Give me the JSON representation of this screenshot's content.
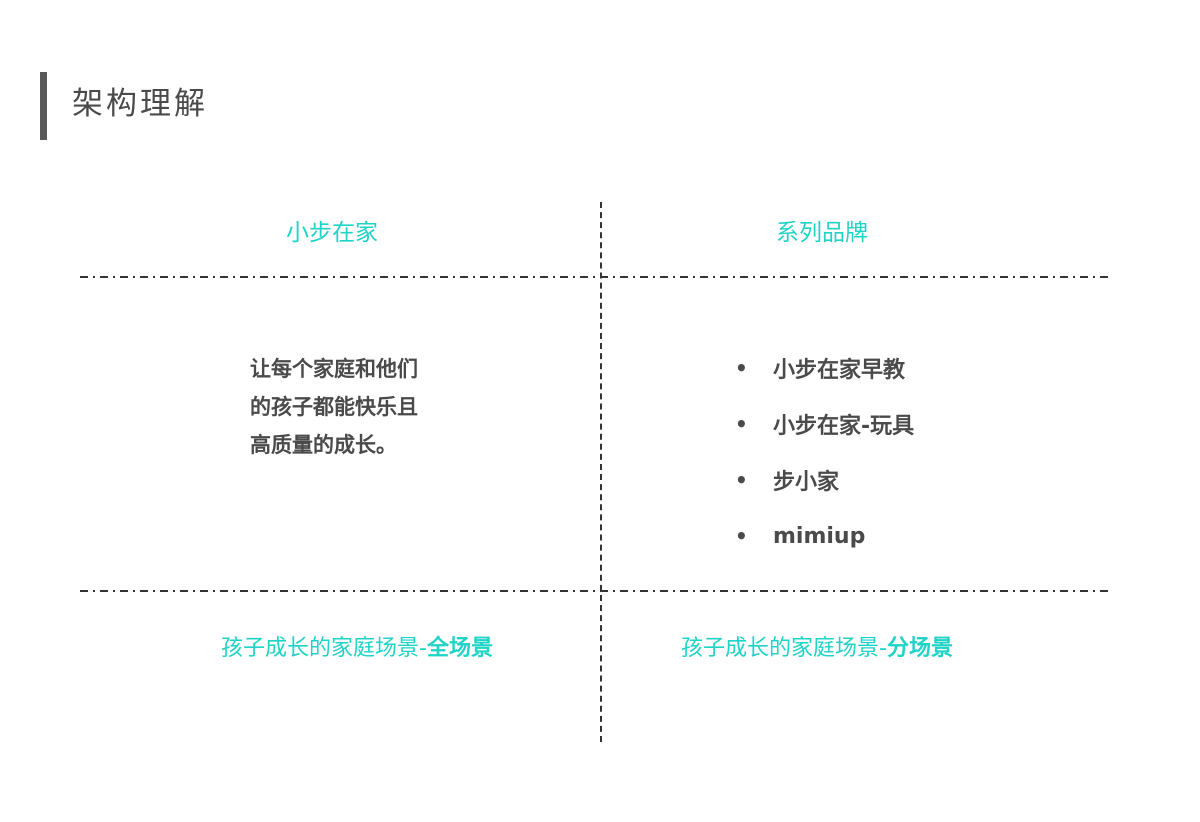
{
  "page": {
    "title": "架构理解"
  },
  "colors": {
    "accent": "#1fd3c6",
    "text": "#4a4a4a",
    "title_bar": "#595959",
    "divider": "#333333"
  },
  "grid": {
    "left_header": "小步在家",
    "right_header": "系列品牌",
    "mission_lines": [
      "让每个家庭和他们",
      "的孩子都能快乐且",
      "高质量的成长。"
    ],
    "brands": [
      "小步在家早教",
      "小步在家-玩具",
      "步小家",
      "mimiup"
    ],
    "bullet_symbol": "•",
    "left_footer": {
      "prefix": "孩子成长的家庭场景-",
      "emphasis": "全场景"
    },
    "right_footer": {
      "prefix": "孩子成长的家庭场景-",
      "emphasis": "分场景"
    }
  }
}
